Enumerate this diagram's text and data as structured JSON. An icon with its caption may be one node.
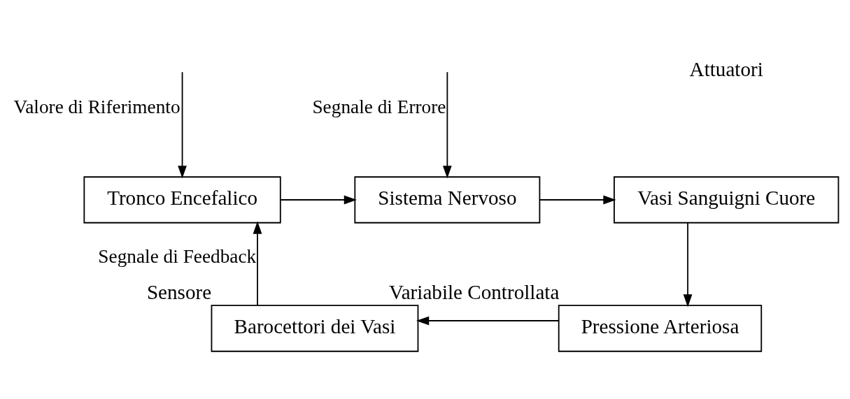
{
  "diagram": {
    "nodes": [
      {
        "text": [
          "Tronco Encefalico"
        ]
      },
      {
        "text": [
          "Sistema Nervoso"
        ]
      },
      {
        "text": [
          "Vasi Sanguigni Cuore"
        ]
      },
      {
        "text": [
          "Pressione Arteriosa"
        ],
        "beside": [
          "Variabile Controllata"
        ]
      },
      {
        "text": [
          "Barocettori dei Vasi"
        ],
        "beside": [
          "Sensore"
        ]
      }
    ],
    "edges": [
      {
        "from": null,
        "to": 0,
        "arrow": "to",
        "label": "Valore di Riferimento"
      },
      {
        "from": 0,
        "to": 1,
        "arrow": "to"
      },
      {
        "from": null,
        "to": 1,
        "arrow": "to",
        "label": "Segnale di Errore"
      },
      {
        "from": 1,
        "to": 2,
        "arrow": "to"
      },
      {
        "from": 2,
        "to": 3,
        "arrow": "to"
      },
      {
        "from": 3,
        "to": 4,
        "arrow": "to"
      },
      {
        "from": 4,
        "to": 0,
        "arrow": "to",
        "label": "Segnale di Feedback"
      }
    ],
    "labels": [
      "Attuatori"
    ]
  }
}
